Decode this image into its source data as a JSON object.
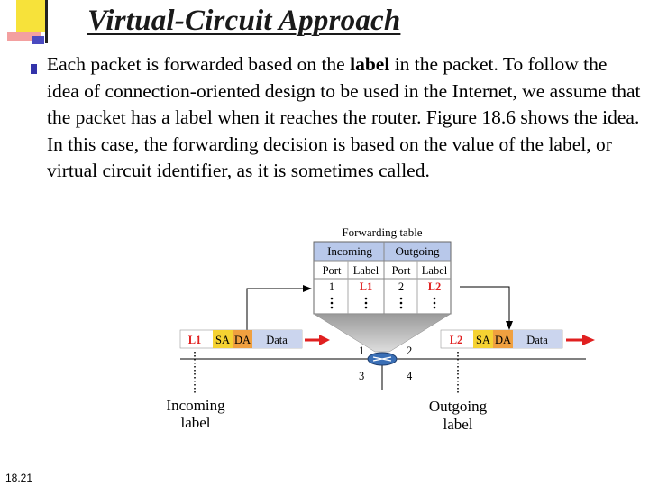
{
  "slide": {
    "title": "Virtual-Circuit Approach",
    "body_before": "Each packet is forwarded based on the ",
    "body_bold": "label",
    "body_after": " in the packet. To follow the idea of connection-oriented design to be used in the Internet, we assume that the packet has a label when it reaches the router. Figure 18.6 shows the idea. In this case, the forwarding decision is based on the value of the label, or virtual circuit identifier, as it is sometimes called.",
    "slide_number": "18.21"
  },
  "figure": {
    "table_title": "Forwarding table",
    "incoming_header": "Incoming",
    "outgoing_header": "Outgoing",
    "col_port": "Port",
    "col_label": "Label",
    "row_in_port": "1",
    "row_in_label": "L1",
    "row_out_port": "2",
    "row_out_label": "L2",
    "left_packet": {
      "label": "L1",
      "sa": "SA",
      "da": "DA",
      "data": "Data"
    },
    "right_packet": {
      "label": "L2",
      "sa": "SA",
      "da": "DA",
      "data": "Data"
    },
    "ports": [
      "1",
      "2",
      "3",
      "4"
    ],
    "incoming_caption_1": "Incoming",
    "incoming_caption_2": "label",
    "outgoing_caption_1": "Outgoing",
    "outgoing_caption_2": "label"
  },
  "colors": {
    "accent_red": "#e02020",
    "table_header_blue": "#b8c8ea",
    "packet_yellow": "#f5d232",
    "packet_orange": "#f0a040",
    "packet_data": "#cbd5ee",
    "bullet": "#3333aa"
  }
}
